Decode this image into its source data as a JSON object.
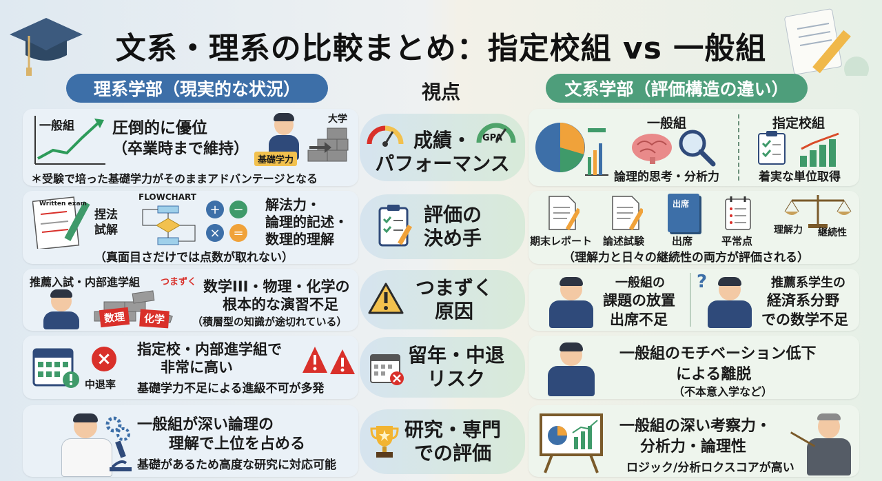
{
  "title": "文系・理系の比較まとめ：指定校組 vs 一般組",
  "headers": {
    "left": "理系学部（現実的な状況）",
    "center": "視点",
    "right": "文系学部（評価構造の違い）"
  },
  "rows": [
    {
      "center": "成績・\nパフォーマンス",
      "left": {
        "chart_label": "一般組",
        "main": "圧倒的に優位",
        "sub": "（卒業時まで維持）",
        "badge": "基礎学力",
        "tag": "大学",
        "note": "＊受験で培った基礎学力がそのままアドバンテージとなる"
      },
      "right": {
        "group1": "一般組",
        "group1_desc": "論理的思考・分析力",
        "group2": "指定校組",
        "group2_desc": "着実な単位取得",
        "gauge_label": "GPA"
      }
    },
    {
      "center": "評価の\n決め手",
      "left": {
        "paper": "Written exam",
        "item1": "捏法",
        "item1b": "試解",
        "flowchart": "FLOWCHART",
        "main1": "解法力・",
        "main2": "論理的記述・",
        "main3": "数理的理解",
        "note": "（真面目さだけでは点数が取れない）"
      },
      "right": {
        "items": [
          "期末レポート",
          "論述試験",
          "出席",
          "平常点"
        ],
        "book": "出席",
        "scale_left": "理解力",
        "scale_right": "継続性",
        "note": "（理解力と日々の継続性の両方が評価される）"
      }
    },
    {
      "center": "つまずく\n原因",
      "left": {
        "label": "推薦入試・内部進学組",
        "stumble": "つまずく",
        "block1": "数理",
        "block2": "化学",
        "main1": "数学III・物理・化学の",
        "main2": "根本的な演習不足",
        "note": "（積層型の知識が途切れている）"
      },
      "right": {
        "a1": "一般組の",
        "a2": "課題の放置",
        "a3": "出席不足",
        "b1": "推薦系学生の",
        "b2": "経済系分野",
        "b3": "での数学不足"
      }
    },
    {
      "center": "留年・中退\nリスク",
      "left": {
        "icon_label": "中退率",
        "main1": "指定校・内部進学組で",
        "main2": "非常に高い",
        "note": "基礎学力不足による進級不可が多発"
      },
      "right": {
        "main1": "一般組のモチベーション低下",
        "main2": "による離脱",
        "note": "（不本意入学など）"
      }
    },
    {
      "center": "研究・専門\nでの評価",
      "left": {
        "main1": "一般組が深い論理の",
        "main2": "理解で上位を占める",
        "note": "基礎があるため高度な研究に対応可能"
      },
      "right": {
        "main1": "一般組の深い考察力・",
        "main2": "分析力・論理性",
        "note": "ロジック/分析ロクスコアが高い"
      }
    }
  ],
  "colors": {
    "left_accent": "#3d6fa8",
    "right_accent": "#4e9e7b",
    "warning": "#d9302a"
  }
}
